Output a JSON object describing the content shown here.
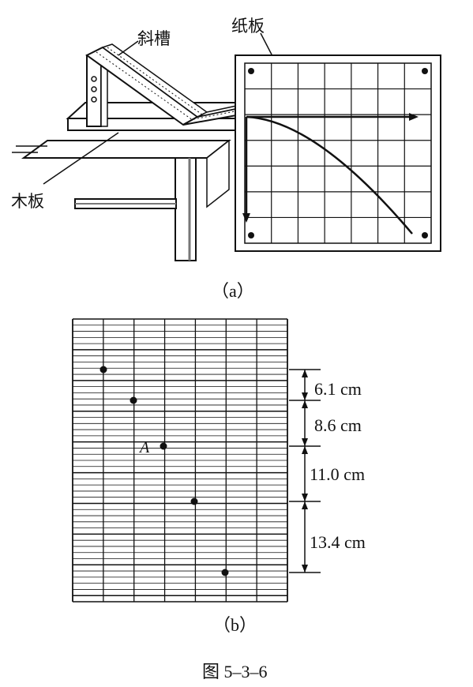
{
  "figure_a": {
    "label_chute": "斜槽",
    "label_paper": "纸板",
    "label_board": "木板",
    "caption": "（a）"
  },
  "figure_b": {
    "point_label": "A",
    "intervals": [
      "6.1 cm",
      "8.6 cm",
      "11.0 cm",
      "13.4 cm"
    ],
    "caption": "（b）"
  },
  "figure_caption": "图 5–3–6"
}
